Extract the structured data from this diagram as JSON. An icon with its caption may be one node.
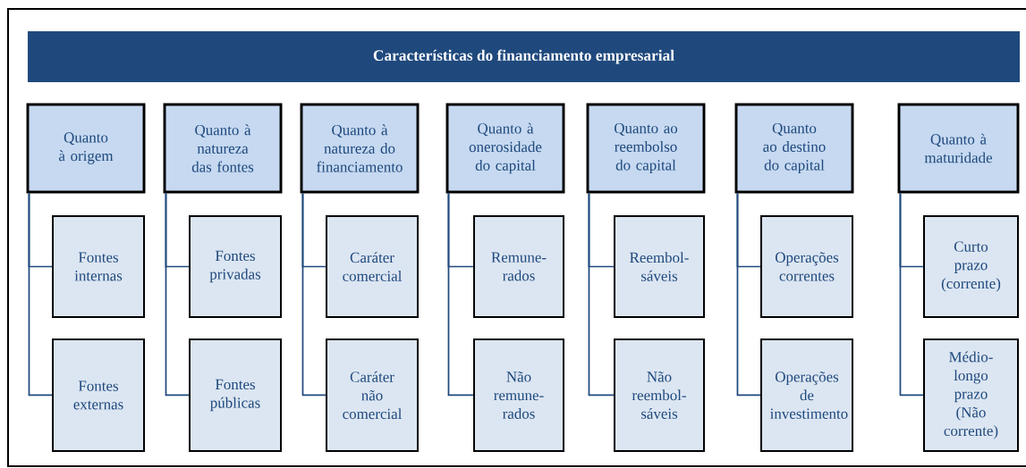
{
  "diagram": {
    "title": "Características do financiamento empresarial",
    "nodes": [
      {
        "text": [
          "Quanto à origem"
        ]
      },
      {
        "text": [
          "Fontes internas"
        ]
      },
      {
        "text": [
          "Fontes externas"
        ]
      },
      {
        "text": [
          "Quanto à natureza das fontes"
        ]
      },
      {
        "text": [
          "Fontes privadas"
        ]
      },
      {
        "text": [
          "Fontes públicas"
        ]
      },
      {
        "text": [
          "Quanto à natureza do financiamento"
        ]
      },
      {
        "text": [
          "Caráter comercial"
        ]
      },
      {
        "text": [
          "Caráter não comercial"
        ]
      },
      {
        "text": [
          "Quanto à onerosidade do capital"
        ]
      },
      {
        "text": [
          "Remune- rados"
        ]
      },
      {
        "text": [
          "Não remune- rados"
        ]
      },
      {
        "text": [
          "Quanto ao reembolso do capital"
        ]
      },
      {
        "text": [
          "Reembol- sáveis"
        ]
      },
      {
        "text": [
          "Não reembol- sáveis"
        ]
      },
      {
        "text": [
          "Quanto ao destino do capital"
        ]
      },
      {
        "text": [
          "Operações correntes"
        ]
      },
      {
        "text": [
          "Operações de investimento"
        ]
      },
      {
        "text": [
          "Quanto à maturidade"
        ]
      },
      {
        "text": [
          "Curto prazo (corrente)"
        ]
      },
      {
        "text": [
          "Médio- longo prazo (Não corrente)"
        ]
      }
    ],
    "edges": [
      {
        "from": 0,
        "to": 1,
        "arrow": "none"
      },
      {
        "from": 0,
        "to": 2,
        "arrow": "none"
      },
      {
        "from": 3,
        "to": 4,
        "arrow": "none"
      },
      {
        "from": 3,
        "to": 5,
        "arrow": "none"
      },
      {
        "from": 6,
        "to": 7,
        "arrow": "none"
      },
      {
        "from": 6,
        "to": 8,
        "arrow": "none"
      },
      {
        "from": 9,
        "to": 10,
        "arrow": "none"
      },
      {
        "from": 9,
        "to": 11,
        "arrow": "none"
      },
      {
        "from": 12,
        "to": 13,
        "arrow": "none"
      },
      {
        "from": 12,
        "to": 14,
        "arrow": "none"
      },
      {
        "from": 15,
        "to": 16,
        "arrow": "none"
      },
      {
        "from": 15,
        "to": 17,
        "arrow": "none"
      },
      {
        "from": 18,
        "to": 19,
        "arrow": "none"
      },
      {
        "from": 18,
        "to": 20,
        "arrow": "none"
      }
    ]
  }
}
